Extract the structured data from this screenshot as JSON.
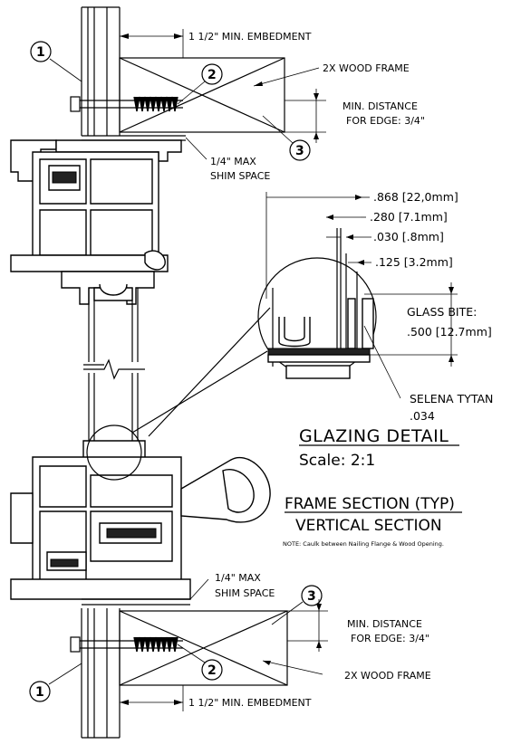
{
  "top": {
    "embedment": "1 1/2\" MIN. EMBEDMENT",
    "wood_frame": "2X WOOD FRAME",
    "min_distance_line1": "MIN. DISTANCE",
    "min_distance_line2": "FOR EDGE: 3/4\"",
    "shim_line1": "1/4\" MAX",
    "shim_line2": "SHIM SPACE",
    "callout_1": "1",
    "callout_2": "2",
    "callout_3": "3"
  },
  "glazing": {
    "dim_1": ".868 [22,0mm]",
    "dim_2": ".280 [7.1mm]",
    "dim_3": ".030 [.8mm]",
    "dim_4": ".125 [3.2mm]",
    "glass_bite_line1": "GLASS BITE:",
    "glass_bite_line2": ".500 [12.7mm]",
    "tape_line1": "SELENA TYTAN",
    "tape_line2": ".034",
    "title": "GLAZING DETAIL",
    "scale": "Scale: 2:1"
  },
  "section": {
    "title_line1": "FRAME SECTION (TYP)",
    "title_line2": "VERTICAL SECTION",
    "note": "NOTE: Caulk between Nailing Flange & Wood Opening."
  },
  "bottom": {
    "shim_line1": "1/4\" MAX",
    "shim_line2": "SHIM SPACE",
    "min_distance_line1": "MIN. DISTANCE",
    "min_distance_line2": "FOR EDGE: 3/4\"",
    "wood_frame": "2X WOOD FRAME",
    "embedment": "1 1/2\" MIN. EMBEDMENT",
    "callout_1": "1",
    "callout_2": "2",
    "callout_3": "3"
  }
}
